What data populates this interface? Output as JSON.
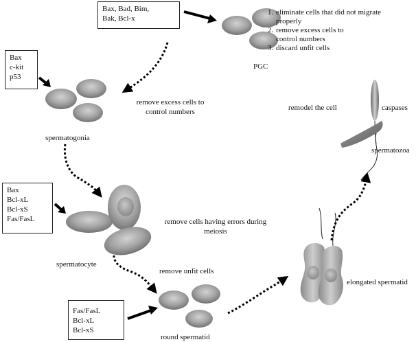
{
  "stages": {
    "pgc": "PGC",
    "spermatogonia": "spermatogonia",
    "spermatocyte": "spermatocyte",
    "round_spermatid": "round spermatid",
    "elongated_spermatid": "elongated spermatid",
    "spermatozoa": "spermatozoa"
  },
  "gene_boxes": {
    "pgc": [
      "Bax, Bad, Bim,",
      "Bak, Bcl-x"
    ],
    "spermatogonia": [
      "Bax",
      "c-kit",
      "p53"
    ],
    "spermatocyte": [
      "Bax",
      "Bcl-xL",
      "Bcl-xS",
      "Fas/FasL"
    ],
    "round_spermatid": [
      "Fas/FasL",
      "Bcl-xL",
      "Bcl-xS"
    ]
  },
  "pgc_functions": [
    {
      "num": "1.",
      "text": " eliminate cells that did not migrate properly"
    },
    {
      "num": "2.",
      "text": "remove excess cells to control numbers"
    },
    {
      "num": "3.",
      "text": "discard unfit cells"
    }
  ],
  "annotations": {
    "spermatogonia_role": "remove excess cells to control numbers",
    "spermatocyte_role": "remove cells having errors during meiosis",
    "round_spermatid_role": "remove unfit cells",
    "spermatozoa_remodel": "remodel the cell",
    "caspases": "caspases"
  }
}
